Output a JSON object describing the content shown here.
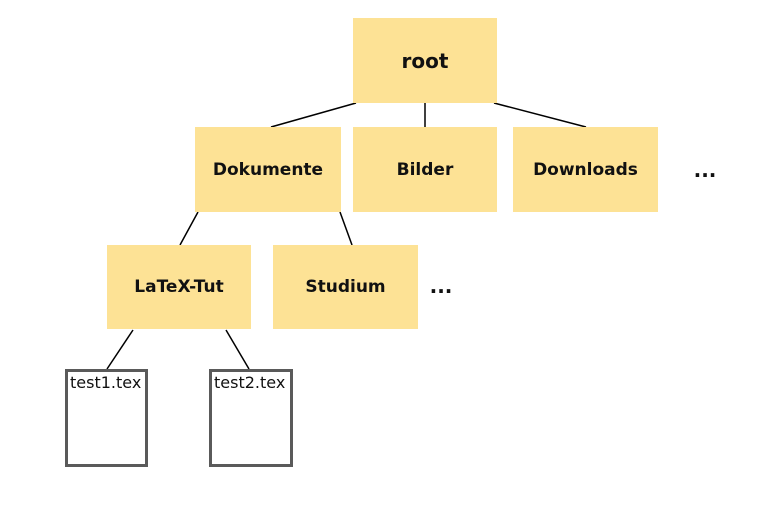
{
  "diagram": {
    "colors": {
      "background": "#FFFFFF",
      "node_fill": "#FDE295",
      "file_border": "#5A5A5A",
      "edge": "#000000",
      "text": "#111111"
    },
    "nodes": {
      "root": {
        "label": "root",
        "type": "folder"
      },
      "dokumente": {
        "label": "Dokumente",
        "type": "folder"
      },
      "bilder": {
        "label": "Bilder",
        "type": "folder"
      },
      "downloads": {
        "label": "Downloads",
        "type": "folder"
      },
      "more_level1": {
        "label": "...",
        "type": "ellipsis"
      },
      "latex_tut": {
        "label": "LaTeX-Tut",
        "type": "folder"
      },
      "studium": {
        "label": "Studium",
        "type": "folder"
      },
      "more_level2": {
        "label": "...",
        "type": "ellipsis"
      },
      "test1": {
        "label": "test1.tex",
        "type": "file"
      },
      "test2": {
        "label": "test2.tex",
        "type": "file"
      }
    },
    "edges": [
      {
        "from": "root",
        "to": "dokumente"
      },
      {
        "from": "root",
        "to": "bilder"
      },
      {
        "from": "root",
        "to": "downloads"
      },
      {
        "from": "dokumente",
        "to": "latex_tut"
      },
      {
        "from": "dokumente",
        "to": "studium"
      },
      {
        "from": "latex_tut",
        "to": "test1"
      },
      {
        "from": "latex_tut",
        "to": "test2"
      }
    ]
  }
}
